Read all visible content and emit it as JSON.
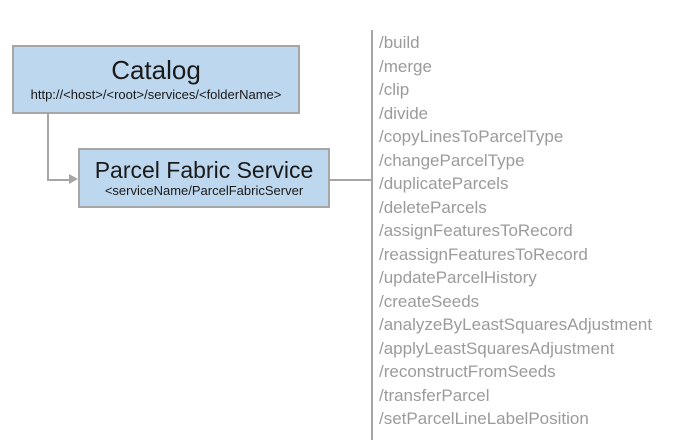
{
  "diagram": {
    "nodes": [
      {
        "id": "catalog",
        "title": "Catalog",
        "subtitle": "http://<host>/<root>/services/<folderName>"
      },
      {
        "id": "parcel-fabric-service",
        "title": "Parcel Fabric Service",
        "subtitle": "<serviceName/ParcelFabricServer"
      }
    ],
    "operations": [
      "/build",
      "/merge",
      "/clip",
      "/divide",
      "/copyLinesToParcelType",
      "/changeParcelType",
      "/duplicateParcels",
      "/deleteParcels",
      "/assignFeaturesToRecord",
      "/reassignFeaturesToRecord",
      "/updateParcelHistory",
      "/createSeeds",
      "/analyzeByLeastSquaresAdjustment",
      "/applyLeastSquaresAdjustment",
      "/reconstructFromSeeds",
      "/transferParcel",
      "/setParcelLineLabelPosition"
    ],
    "colors": {
      "node_fill": "#bdd7ee",
      "node_border": "#a6a6a6",
      "connector": "#a6a6a6",
      "operation_text": "#9b9b9b",
      "node_text": "#1a1a1a",
      "background": "#ffffff"
    }
  }
}
